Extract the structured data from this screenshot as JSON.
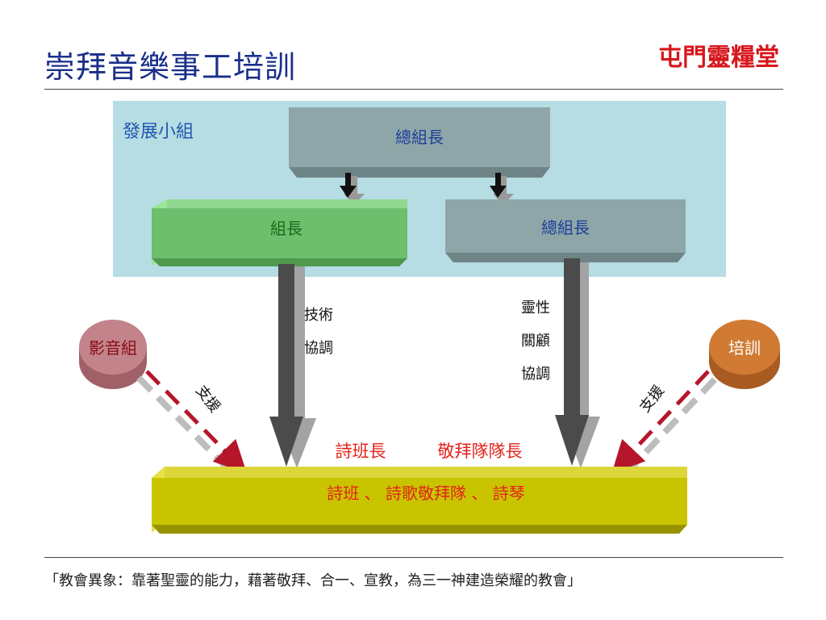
{
  "header": {
    "title": "崇拜音樂事工培訓",
    "organization": "屯門靈糧堂"
  },
  "diagram": {
    "group_label": "發展小組",
    "top_box": "總組長",
    "left_box": "組長",
    "right_box": "總組長",
    "left_circle": "影音組",
    "right_circle": "培訓",
    "left_arrow_label_lines": [
      "技術",
      "協調"
    ],
    "right_arrow_label_lines": [
      "靈性",
      "關顧",
      "協調"
    ],
    "support_label_left": "支援",
    "support_label_right": "支援",
    "leaders_left": "詩班長",
    "leaders_right": "敬拜隊隊長",
    "bottom_box": "詩班 、 詩歌敬拜隊 、 詩琴"
  },
  "footer": {
    "motto": "「教會異象：靠著聖靈的能力，藉著敬拜、合一、宣教，為三一神建造榮耀的教會」"
  },
  "colors": {
    "title": "#1a2f8a",
    "organization": "#d7161b",
    "panel": "#b5dde3",
    "gray_box": "#8fa6a8",
    "green_box": "#6dbe6d",
    "yellow_box": "#c9c400",
    "pink_circle": "#c2838a",
    "orange_circle": "#d07a34",
    "red_text": "#e2231a"
  }
}
